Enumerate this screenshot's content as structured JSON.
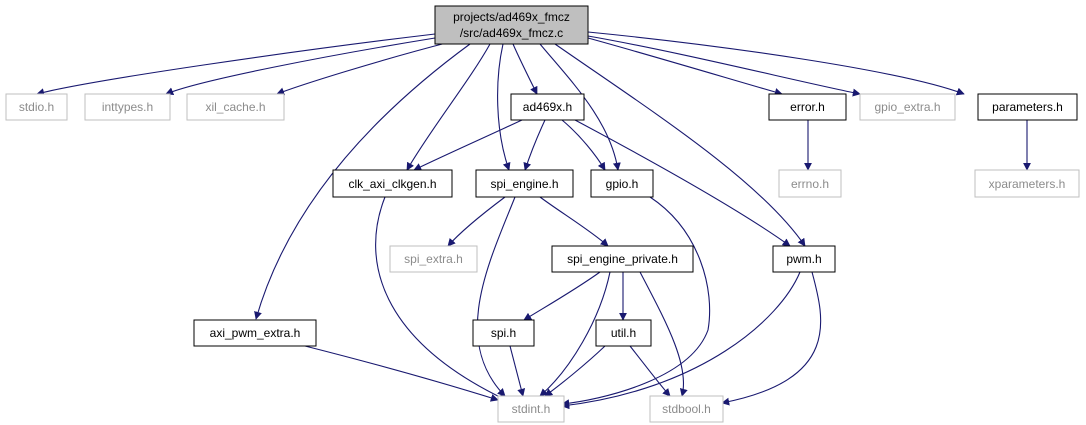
{
  "graph": {
    "root": {
      "line1": "projects/ad469x_fmcz",
      "line2": "/src/ad469x_fmcz.c"
    },
    "nodes": {
      "stdio": "stdio.h",
      "inttypes": "inttypes.h",
      "xil_cache": "xil_cache.h",
      "ad469x": "ad469x.h",
      "error": "error.h",
      "gpio_extra": "gpio_extra.h",
      "parameters": "parameters.h",
      "clk_axi_clkgen": "clk_axi_clkgen.h",
      "spi_engine": "spi_engine.h",
      "gpio": "gpio.h",
      "errno": "errno.h",
      "xparameters": "xparameters.h",
      "spi_extra": "spi_extra.h",
      "spi_engine_private": "spi_engine_private.h",
      "pwm": "pwm.h",
      "axi_pwm_extra": "axi_pwm_extra.h",
      "spi": "spi.h",
      "util": "util.h",
      "stdint": "stdint.h",
      "stdbool": "stdbool.h"
    },
    "colors": {
      "edge": "#191970",
      "local_border": "#000000",
      "system_border": "#bfbfbf",
      "system_text": "#8c8c8c",
      "root_fill": "#bfbfbf"
    }
  }
}
